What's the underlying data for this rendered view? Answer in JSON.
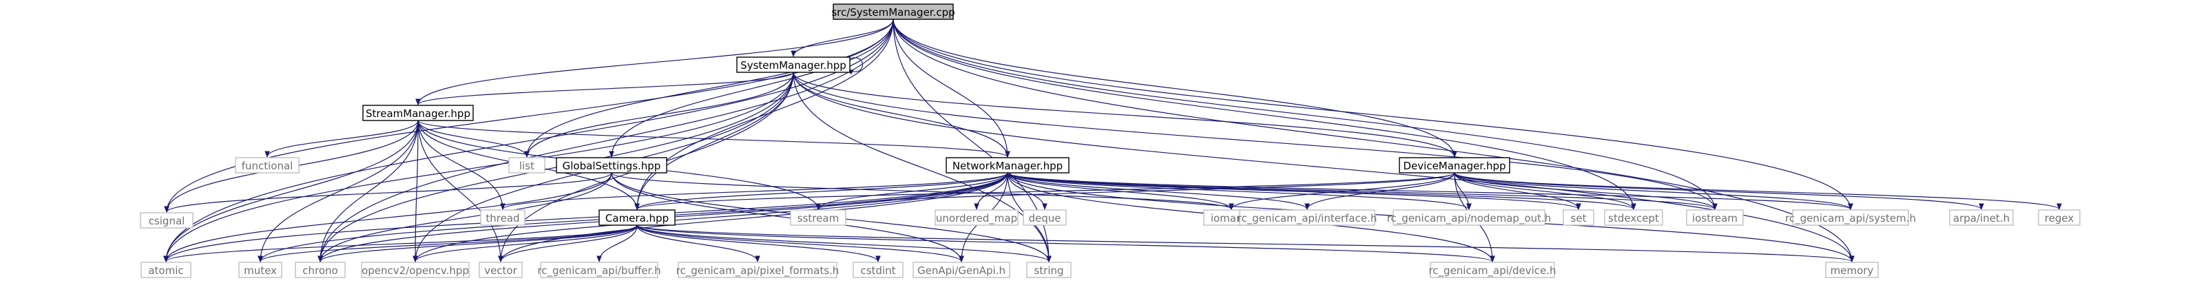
{
  "colors": {
    "root_fill": "#bfbfbf",
    "node_fill": "#ffffff",
    "node_border": "#000000",
    "system_node_border": "#bfbfbf",
    "system_text": "#707070",
    "edge": "#191970"
  },
  "nodes": [
    {
      "id": "root",
      "label": "src/SystemManager.cpp",
      "kind": "root"
    },
    {
      "id": "sysm",
      "label": "SystemManager.hpp",
      "kind": "file"
    },
    {
      "id": "streamm",
      "label": "StreamManager.hpp",
      "kind": "file"
    },
    {
      "id": "netm",
      "label": "NetworkManager.hpp",
      "kind": "file"
    },
    {
      "id": "devm",
      "label": "DeviceManager.hpp",
      "kind": "file"
    },
    {
      "id": "gset",
      "label": "GlobalSettings.hpp",
      "kind": "file"
    },
    {
      "id": "cam",
      "label": "Camera.hpp",
      "kind": "file"
    },
    {
      "id": "functional",
      "label": "functional",
      "kind": "system"
    },
    {
      "id": "list",
      "label": "list",
      "kind": "system"
    },
    {
      "id": "csignal",
      "label": "csignal",
      "kind": "system"
    },
    {
      "id": "thread",
      "label": "thread",
      "kind": "system"
    },
    {
      "id": "sstream",
      "label": "sstream",
      "kind": "system"
    },
    {
      "id": "unordered_map",
      "label": "unordered_map",
      "kind": "system"
    },
    {
      "id": "deque",
      "label": "deque",
      "kind": "system"
    },
    {
      "id": "iomanip",
      "label": "iomanip",
      "kind": "system"
    },
    {
      "id": "rc_iface",
      "label": "rc_genicam_api/interface.h",
      "kind": "system"
    },
    {
      "id": "rc_nodemap",
      "label": "rc_genicam_api/nodemap_out.h",
      "kind": "system"
    },
    {
      "id": "set",
      "label": "set",
      "kind": "system"
    },
    {
      "id": "stdexcept",
      "label": "stdexcept",
      "kind": "system"
    },
    {
      "id": "iostream",
      "label": "iostream",
      "kind": "system"
    },
    {
      "id": "rc_system",
      "label": "rc_genicam_api/system.h",
      "kind": "system"
    },
    {
      "id": "arpa",
      "label": "arpa/inet.h",
      "kind": "system"
    },
    {
      "id": "regex",
      "label": "regex",
      "kind": "system"
    },
    {
      "id": "atomic",
      "label": "atomic",
      "kind": "system"
    },
    {
      "id": "mutex",
      "label": "mutex",
      "kind": "system"
    },
    {
      "id": "chrono",
      "label": "chrono",
      "kind": "system"
    },
    {
      "id": "opencv",
      "label": "opencv2/opencv.hpp",
      "kind": "system"
    },
    {
      "id": "vector",
      "label": "vector",
      "kind": "system"
    },
    {
      "id": "rc_buffer",
      "label": "rc_genicam_api/buffer.h",
      "kind": "system"
    },
    {
      "id": "rc_pixel",
      "label": "rc_genicam_api/pixel_formats.h",
      "kind": "system"
    },
    {
      "id": "cstdint",
      "label": "cstdint",
      "kind": "system"
    },
    {
      "id": "genapi",
      "label": "GenApi/GenApi.h",
      "kind": "system"
    },
    {
      "id": "string",
      "label": "string",
      "kind": "system"
    },
    {
      "id": "rc_device",
      "label": "rc_genicam_api/device.h",
      "kind": "system"
    },
    {
      "id": "memory",
      "label": "memory",
      "kind": "system"
    }
  ],
  "edges": [
    [
      "root",
      "sysm"
    ],
    [
      "root",
      "streamm"
    ],
    [
      "root",
      "netm"
    ],
    [
      "root",
      "devm"
    ],
    [
      "root",
      "gset"
    ],
    [
      "root",
      "cam"
    ],
    [
      "root",
      "list"
    ],
    [
      "root",
      "csignal"
    ],
    [
      "root",
      "atomic"
    ],
    [
      "root",
      "chrono"
    ],
    [
      "root",
      "stdexcept"
    ],
    [
      "root",
      "iostream"
    ],
    [
      "root",
      "rc_system"
    ],
    [
      "root",
      "string"
    ],
    [
      "root",
      "memory"
    ],
    [
      "sysm",
      "sysm"
    ],
    [
      "sysm",
      "streamm"
    ],
    [
      "sysm",
      "netm"
    ],
    [
      "sysm",
      "devm"
    ],
    [
      "sysm",
      "cam"
    ],
    [
      "sysm",
      "list"
    ],
    [
      "sysm",
      "atomic"
    ],
    [
      "sysm",
      "chrono"
    ],
    [
      "sysm",
      "vector"
    ],
    [
      "sysm",
      "string"
    ],
    [
      "sysm",
      "memory"
    ],
    [
      "sysm",
      "iostream"
    ],
    [
      "sysm",
      "opencv"
    ],
    [
      "streamm",
      "functional"
    ],
    [
      "streamm",
      "list"
    ],
    [
      "streamm",
      "csignal"
    ],
    [
      "streamm",
      "thread"
    ],
    [
      "streamm",
      "netm"
    ],
    [
      "streamm",
      "cam"
    ],
    [
      "streamm",
      "atomic"
    ],
    [
      "streamm",
      "mutex"
    ],
    [
      "streamm",
      "chrono"
    ],
    [
      "streamm",
      "opencv"
    ],
    [
      "streamm",
      "vector"
    ],
    [
      "streamm",
      "sstream"
    ],
    [
      "gset",
      "csignal"
    ],
    [
      "gset",
      "atomic"
    ],
    [
      "gset",
      "chrono"
    ],
    [
      "gset",
      "string"
    ],
    [
      "gset",
      "genapi"
    ],
    [
      "gset",
      "iomanip"
    ],
    [
      "netm",
      "cam"
    ],
    [
      "netm",
      "thread"
    ],
    [
      "netm",
      "sstream"
    ],
    [
      "netm",
      "unordered_map"
    ],
    [
      "netm",
      "deque"
    ],
    [
      "netm",
      "iomanip"
    ],
    [
      "netm",
      "rc_iface"
    ],
    [
      "netm",
      "rc_nodemap"
    ],
    [
      "netm",
      "set"
    ],
    [
      "netm",
      "stdexcept"
    ],
    [
      "netm",
      "iostream"
    ],
    [
      "netm",
      "rc_system"
    ],
    [
      "netm",
      "atomic"
    ],
    [
      "netm",
      "mutex"
    ],
    [
      "netm",
      "chrono"
    ],
    [
      "netm",
      "opencv"
    ],
    [
      "netm",
      "vector"
    ],
    [
      "netm",
      "string"
    ],
    [
      "netm",
      "genapi"
    ],
    [
      "netm",
      "rc_device"
    ],
    [
      "netm",
      "memory"
    ],
    [
      "devm",
      "cam"
    ],
    [
      "devm",
      "iomanip"
    ],
    [
      "devm",
      "rc_iface"
    ],
    [
      "devm",
      "rc_nodemap"
    ],
    [
      "devm",
      "set"
    ],
    [
      "devm",
      "stdexcept"
    ],
    [
      "devm",
      "iostream"
    ],
    [
      "devm",
      "rc_system"
    ],
    [
      "devm",
      "arpa"
    ],
    [
      "devm",
      "regex"
    ],
    [
      "devm",
      "rc_device"
    ],
    [
      "devm",
      "sstream"
    ],
    [
      "cam",
      "atomic"
    ],
    [
      "cam",
      "mutex"
    ],
    [
      "cam",
      "chrono"
    ],
    [
      "cam",
      "opencv"
    ],
    [
      "cam",
      "vector"
    ],
    [
      "cam",
      "rc_buffer"
    ],
    [
      "cam",
      "rc_pixel"
    ],
    [
      "cam",
      "cstdint"
    ],
    [
      "cam",
      "genapi"
    ],
    [
      "cam",
      "string"
    ],
    [
      "cam",
      "rc_device"
    ],
    [
      "cam",
      "memory"
    ]
  ]
}
